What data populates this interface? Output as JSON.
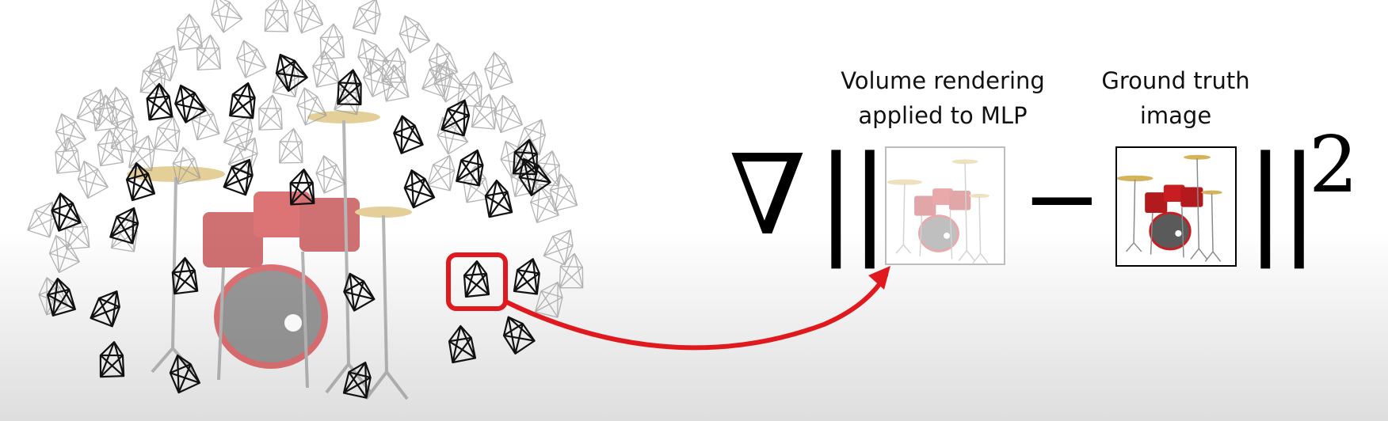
{
  "labels": {
    "rendered_caption_line1": "Volume rendering",
    "rendered_caption_line2": "applied to MLP",
    "gt_caption_line1": "Ground truth",
    "gt_caption_line2": "image"
  },
  "equation": {
    "gradient": "∇",
    "norm_bars": "||",
    "minus": "−",
    "exponent": "2"
  },
  "colors": {
    "arrow": "#e0191e",
    "highlight_box": "#e0191e",
    "drum_shell": "#c81e22",
    "camera_stroke": "#111111",
    "background_bottom": "#dedede"
  },
  "icons": {
    "camera_frustum": "camera-frustum-icon",
    "drum_kit": "drum-kit-illustration"
  }
}
